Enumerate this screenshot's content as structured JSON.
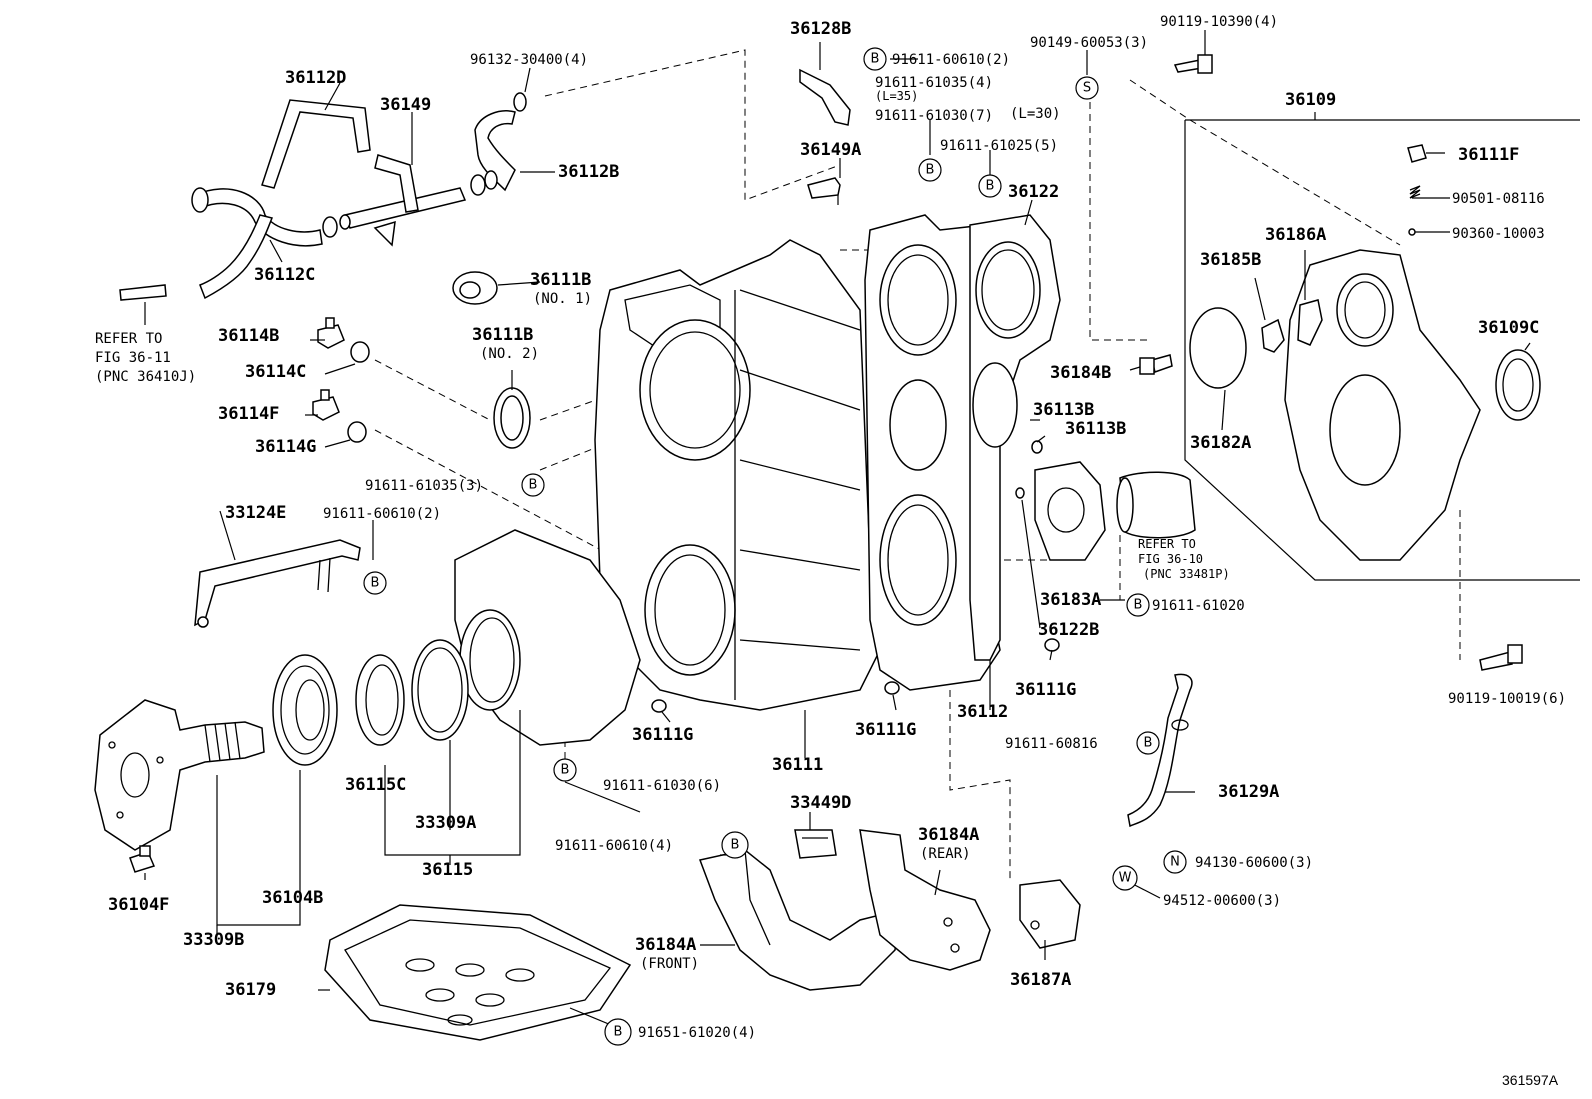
{
  "figure_id": "361597A",
  "labels": {
    "l36128B": "36128B",
    "l91611_60610_2": "91611-60610(2)",
    "l91611_61035_4": "91611-61035(4)",
    "l_L35": "(L=35)",
    "l91611_61030_7": "91611-61030(7)",
    "l_L30": "(L=30)",
    "l91611_61025_5": "91611-61025(5)",
    "l90149": "90149-60053(3)",
    "l90119_10390": "90119-10390(4)",
    "l36109": "36109",
    "l36111F": "36111F",
    "l90501": "90501-08116",
    "l90360": "90360-10003",
    "l36186A": "36186A",
    "l36185B": "36185B",
    "l36109C": "36109C",
    "l36184B": "36184B",
    "l36182A": "36182A",
    "l36112D": "36112D",
    "l36149": "36149",
    "l96132": "96132-30400(4)",
    "l36112B": "36112B",
    "l36149A": "36149A",
    "l36122": "36122",
    "l36112C": "36112C",
    "refer1_a": "REFER TO",
    "refer1_b": "FIG 36-11",
    "refer1_c": "(PNC 36410J)",
    "l36111B_1": "36111B",
    "no1": "(NO. 1)",
    "l36111B_2": "36111B",
    "no2": "(NO. 2)",
    "l36114B": "36114B",
    "l36114C": "36114C",
    "l36114F": "36114F",
    "l36114G": "36114G",
    "l91611_61035_3": "91611-61035(3)",
    "l36113B_a": "36113B",
    "l36113B_b": "36113B",
    "l33124E": "33124E",
    "l91611_60610_2b": "91611-60610(2)",
    "refer2_a": "REFER TO",
    "refer2_b": "FIG 36-10",
    "refer2_c": "(PNC 33481P)",
    "l36183A": "36183A",
    "l91611_61020": "91611-61020",
    "l36122B": "36122B",
    "l36111G_r": "36111G",
    "l36112": "36112",
    "l90119_10019": "90119-10019(6)",
    "l91611_60816": "91611-60816",
    "l36129A": "36129A",
    "l36111G_l": "36111G",
    "l36111G_m": "36111G",
    "l36111": "36111",
    "l36115C": "36115C",
    "l33309A": "33309A",
    "l36115": "36115",
    "l91611_61030_6": "91611-61030(6)",
    "l33449D": "33449D",
    "l36184A_rear": "36184A",
    "rear": "(REAR)",
    "l94130": "94130-60600(3)",
    "l94512": "94512-00600(3)",
    "l91611_60610_4": "91611-60610(4)",
    "l36104F": "36104F",
    "l36104B": "36104B",
    "l33309B": "33309B",
    "l36184A_front": "36184A",
    "front": "(FRONT)",
    "l36179": "36179",
    "l91651": "91651-61020(4)",
    "l36187A": "36187A",
    "mark_B": "B",
    "mark_S": "S",
    "mark_N": "N",
    "mark_W": "W"
  }
}
